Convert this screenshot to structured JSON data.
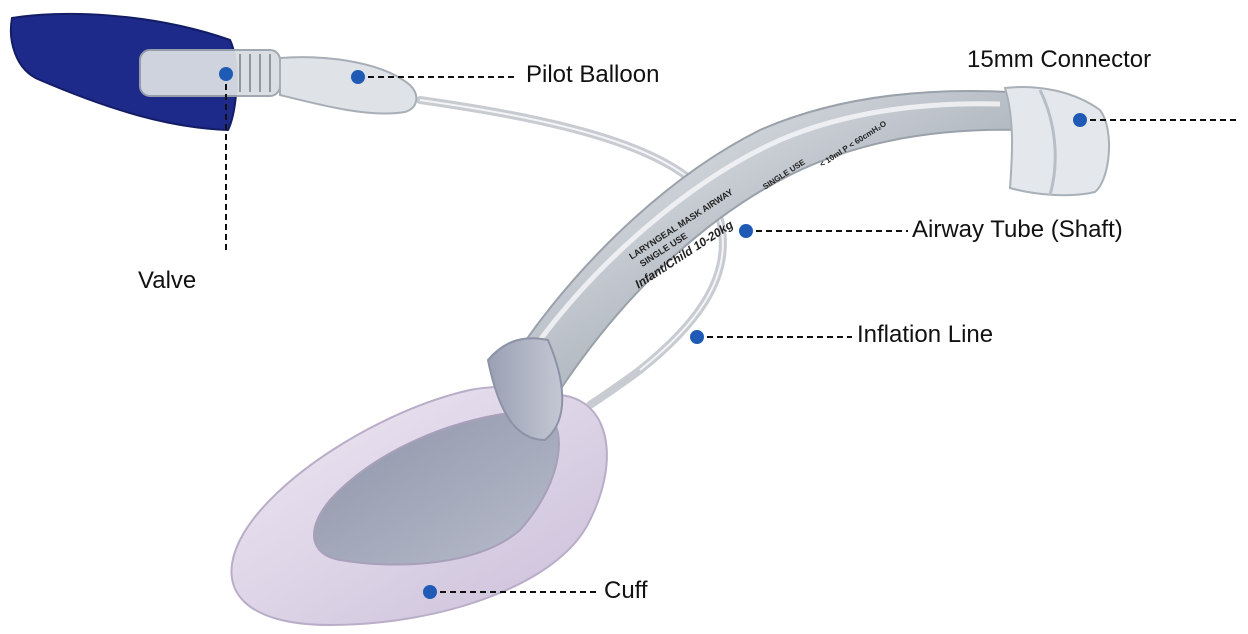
{
  "labels": {
    "pilot_balloon": "Pilot Balloon",
    "connector": "15mm Connector",
    "valve": "Valve",
    "airway_tube": "Airway Tube (Shaft)",
    "inflation_line": "Inflation Line",
    "cuff": "Cuff"
  },
  "tube_print": {
    "line1": "LARYNGEAL MASK AIRWAY",
    "line2": "SINGLE USE",
    "line3": "Infant/Child 10-20kg",
    "line4": "SINGLE USE",
    "line5": "< 10ml   P < 60cmH₂O"
  },
  "colors": {
    "marker_dot": "#1f5bb5",
    "tab_blue": "#1d2a8a",
    "cuff": "#d8cfe2",
    "tube": "#c9ced4"
  }
}
